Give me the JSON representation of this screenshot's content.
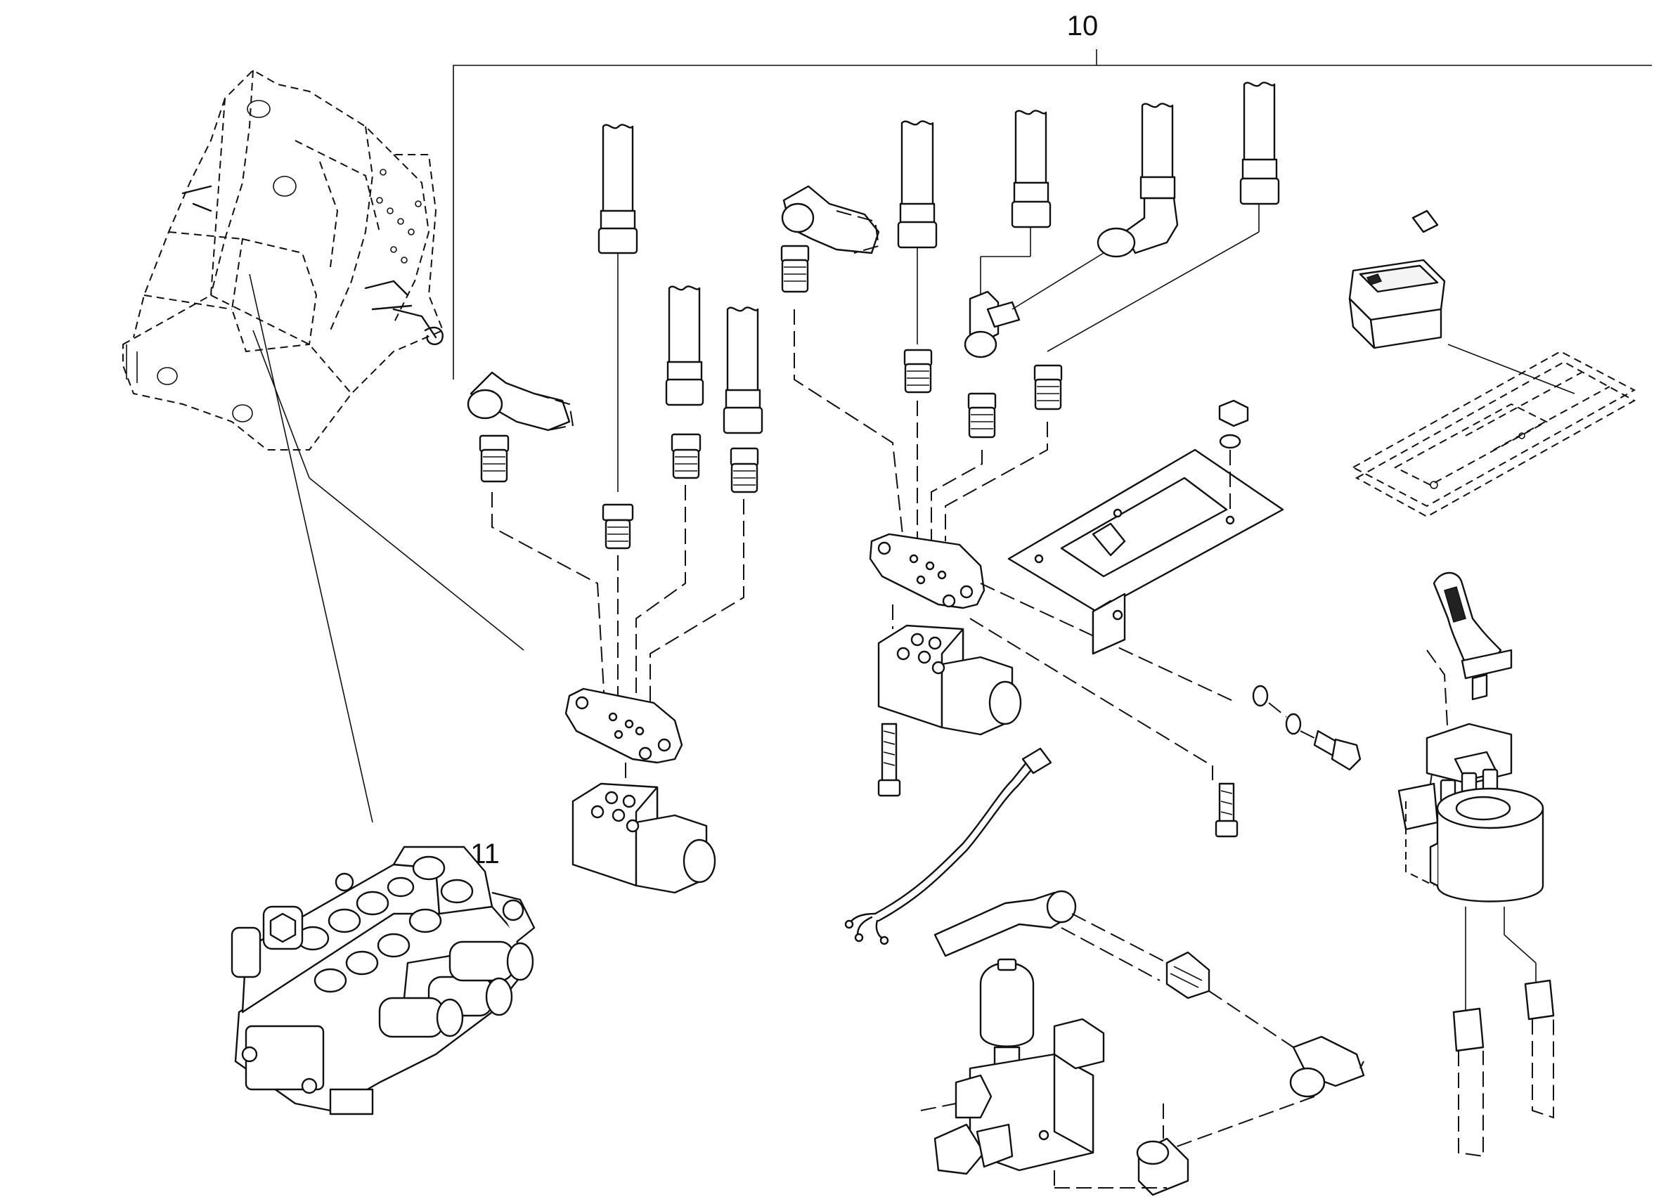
{
  "callouts": [
    {
      "id": "10",
      "label": "10"
    },
    {
      "id": "11",
      "label": "11"
    }
  ]
}
